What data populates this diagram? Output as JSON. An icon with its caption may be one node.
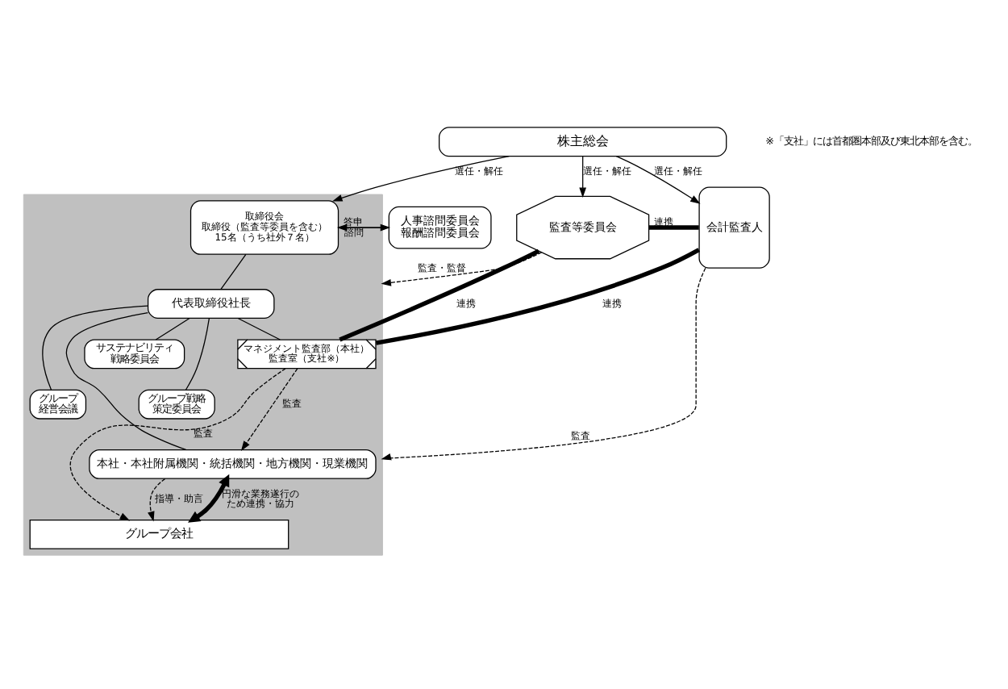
{
  "diagram": {
    "nodes": [
      {
        "text": [
          "株主総会"
        ]
      },
      {
        "text": [],
        "shape": "box"
      },
      {
        "text": [
          "人事諮問委員会",
          "報酬諮問委員会"
        ]
      },
      {
        "text": [
          "取締役会",
          "取締役（監査等委員を含む）15名（うち社外７名）"
        ],
        "in": 1
      },
      {
        "text": [
          "監査等委員会"
        ]
      },
      {
        "text": [
          "会計監査人"
        ]
      },
      {
        "text": [
          "代表取締役社長"
        ],
        "in": 1
      },
      {
        "text": [
          "サステナビリティ戦略委員会"
        ],
        "in": 1
      },
      {
        "text": [
          "マネジメント監査部（本社）監査室（支社※）"
        ],
        "in": 1
      },
      {
        "text": [
          "グループ戦略策定委員会"
        ],
        "in": 1
      },
      {
        "text": [
          "グループ経営会議"
        ],
        "in": 1
      },
      {
        "text": [
          "本社・本社附属機関・統括機関・地方機関・現業機関"
        ],
        "in": 1
      },
      {
        "text": [
          "グループ会社"
        ],
        "in": 1
      }
    ],
    "edges": [
      {
        "from": 0,
        "to": 3,
        "arrow": "to",
        "label": "選任・解任"
      },
      {
        "from": 0,
        "to": 4,
        "arrow": "to",
        "label": "選任・解任"
      },
      {
        "from": 0,
        "to": 5,
        "arrow": "to",
        "label": "選任・解任"
      },
      {
        "from": 2,
        "to": 3,
        "arrow": "to",
        "label": "答申"
      },
      {
        "from": 3,
        "to": 2,
        "arrow": "to",
        "label": "諮問"
      },
      {
        "from": 4,
        "to": 1,
        "arrow": "to",
        "label": "監査・監督",
        "style": "dashed"
      },
      {
        "from": 4,
        "to": 5,
        "arrow": "none",
        "label": "連携",
        "style": "thick"
      },
      {
        "from": 3,
        "to": 6,
        "arrow": "none"
      },
      {
        "from": 4,
        "to": 8,
        "arrow": "none",
        "label": "連携",
        "style": "thick"
      },
      {
        "from": 5,
        "to": 8,
        "arrow": "none",
        "label": "連携",
        "style": "thick"
      },
      {
        "from": 6,
        "to": 7,
        "arrow": "none"
      },
      {
        "from": 6,
        "to": 9,
        "arrow": "none"
      },
      {
        "from": 6,
        "to": 10,
        "arrow": "none"
      },
      {
        "from": 6,
        "to": 11,
        "arrow": "none"
      },
      {
        "from": 6,
        "to": 8,
        "arrow": "none"
      },
      {
        "from": 5,
        "to": 1,
        "arrow": "to",
        "label": "監査",
        "style": "dashed"
      },
      {
        "from": 8,
        "to": 11,
        "arrow": "to",
        "label": "監査",
        "style": "dashed"
      },
      {
        "from": 11,
        "to": 12,
        "arrow": "to",
        "label": "指導・助言",
        "style": "dashed"
      },
      {
        "from": 11,
        "to": 12,
        "arrow": "both",
        "label": "円滑な業務遂行のため連携・協力",
        "style": "thick"
      },
      {
        "from": 8,
        "to": 12,
        "arrow": "to",
        "label": "監査",
        "style": "dashed"
      }
    ],
    "labels": [
      "※「支社」には首都圏本部及び東北本部を含む。"
    ]
  }
}
